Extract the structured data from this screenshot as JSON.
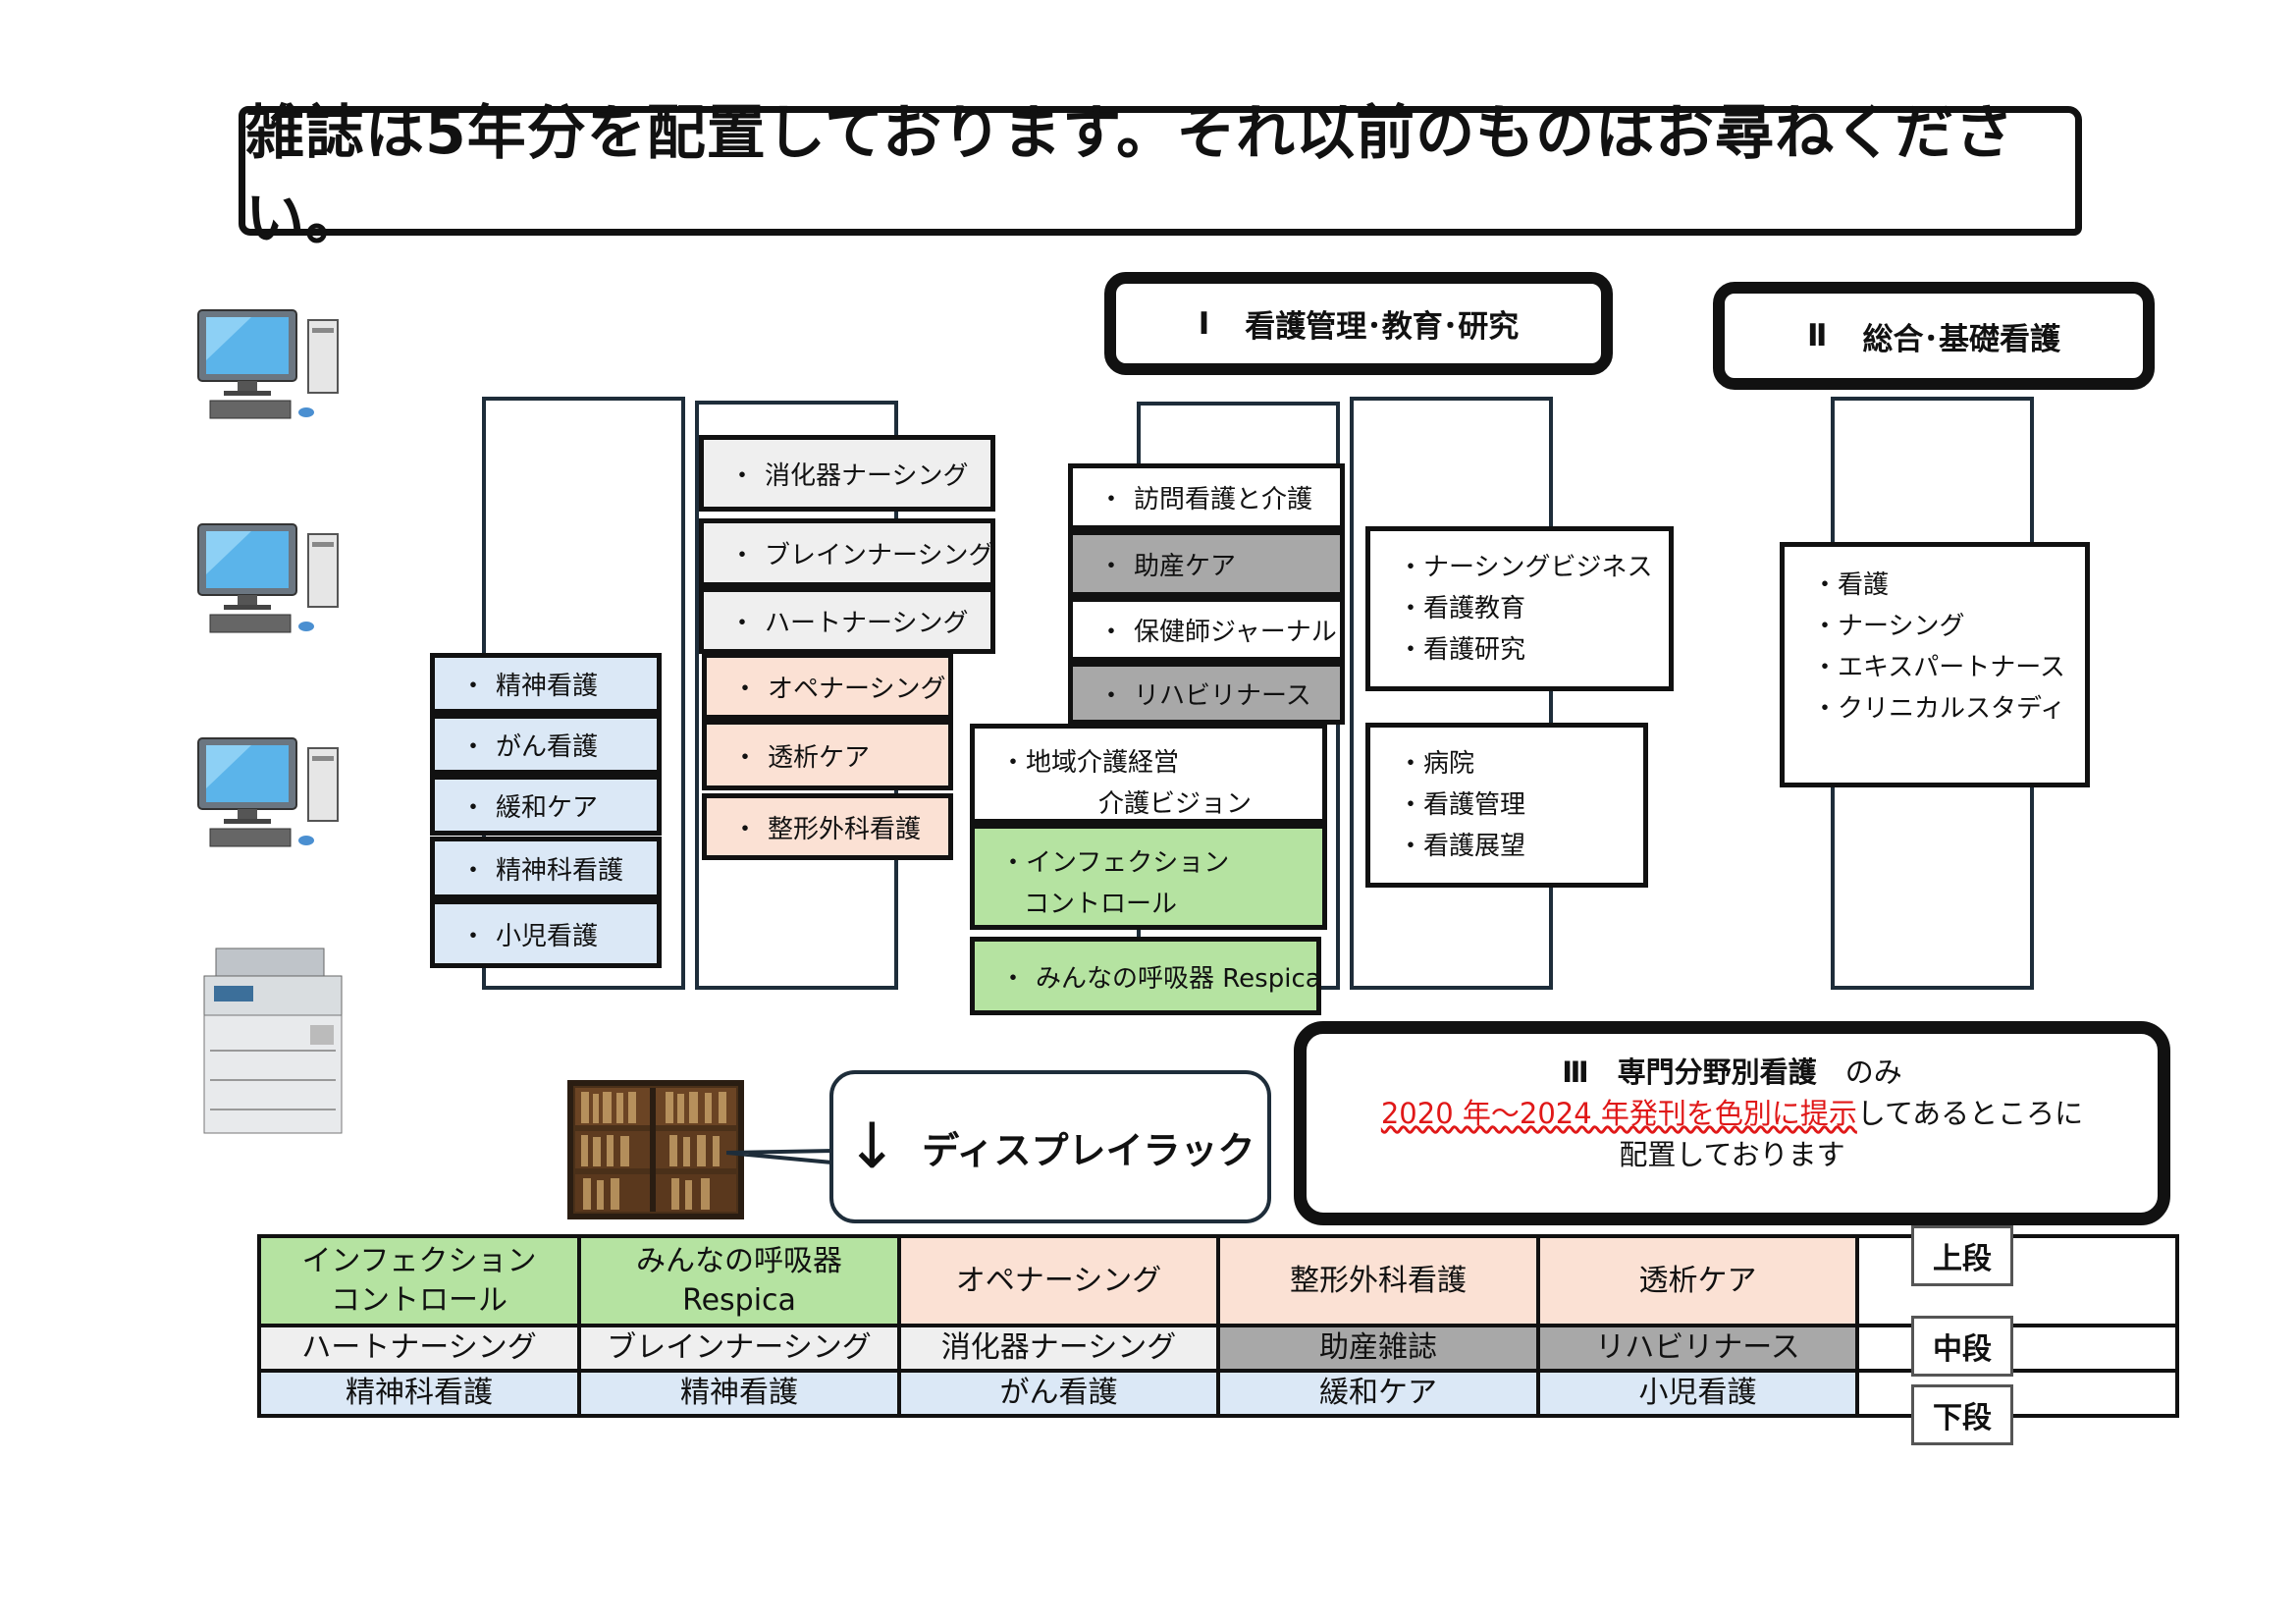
{
  "banner": {
    "text": "雑誌は5年分を配置しております。それ以前のものはお尋ねください。"
  },
  "sections": {
    "s1": {
      "num": "Ⅰ",
      "title": "看護管理･教育･研究"
    },
    "s2": {
      "num": "Ⅱ",
      "title": "総合･基礎看護"
    }
  },
  "col1": {
    "items": [
      "精神看護",
      "がん看護",
      "緩和ケア",
      "精神科看護",
      "小児看護"
    ]
  },
  "col2": {
    "items": [
      "消化器ナーシング",
      "ブレインナーシング",
      "ハートナーシング",
      "オペナーシング",
      "透析ケア",
      "整形外科看護"
    ]
  },
  "col3": {
    "items": [
      "訪問看護と介護",
      "助産ケア",
      "保健師ジャーナル",
      "リハビリナース"
    ],
    "kaigo": [
      "地域介護経営",
      "介護ビジョン"
    ],
    "infection": [
      "インフェクション",
      "コントロール"
    ],
    "respica": "みんなの呼吸器 Respica"
  },
  "col4": {
    "box1": [
      "ナーシングビジネス",
      "看護教育",
      "看護研究"
    ],
    "box2": [
      "病院",
      "看護管理",
      "看護展望"
    ]
  },
  "col5": {
    "items": [
      "看護",
      "ナーシング",
      "エキスパートナース",
      "クリニカルスタディ"
    ]
  },
  "bullet": "・",
  "info": {
    "line1_head": "Ⅲ　専門分野別看護",
    "line1_tail": "のみ",
    "line2_red": "2020 年～2024 年発刊を色別に提示",
    "line2_rest": "してあるところに",
    "line3": "配置しております"
  },
  "bubble": {
    "arrow": "↓",
    "text": "ディスプレイラック"
  },
  "table": {
    "top": [
      "インフェクション\nコントロール",
      "みんなの呼吸器\nRespica",
      "オペナーシング",
      "整形外科看護",
      "透析ケア"
    ],
    "mid": [
      "ハートナーシング",
      "ブレインナーシング",
      "消化器ナーシング",
      "助産雑誌",
      "リハビリナース"
    ],
    "bottom": [
      "精神科看護",
      "精神看護",
      "がん看護",
      "緩和ケア",
      "小児看護"
    ]
  },
  "tiers": {
    "top": "上段",
    "mid": "中段",
    "bottom": "下段"
  },
  "icons": [
    "computer-icon",
    "computer-icon",
    "computer-icon",
    "copier-icon",
    "bookshelf-icon"
  ],
  "colors": {
    "blue": "#dbe8f6",
    "gray": "#efefef",
    "peach": "#fbe1d4",
    "dark_gray": "#a8a8a8",
    "green": "#b5e3a1",
    "red_text": "#e01818"
  }
}
